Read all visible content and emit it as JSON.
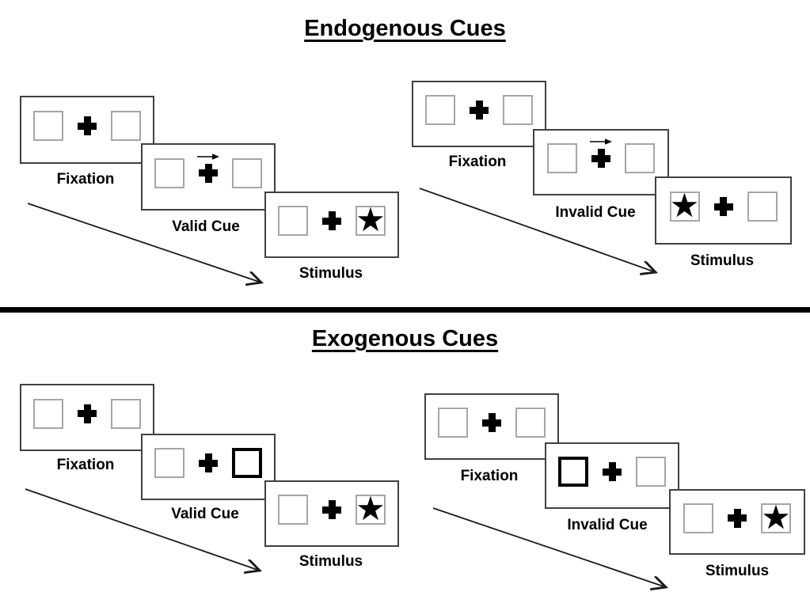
{
  "sections": [
    {
      "title": "Endogenous Cues",
      "sequences": [
        {
          "name": "valid",
          "cue_style": "central-arrow-pointing-right",
          "stimulus_star_side": "right",
          "panels": {
            "fixation_label": "Fixation",
            "cue_label": "Valid Cue",
            "stimulus_label": "Stimulus"
          }
        },
        {
          "name": "invalid",
          "cue_style": "central-arrow-pointing-right",
          "stimulus_star_side": "left",
          "panels": {
            "fixation_label": "Fixation",
            "cue_label": "Invalid Cue",
            "stimulus_label": "Stimulus"
          }
        }
      ]
    },
    {
      "title": "Exogenous Cues",
      "sequences": [
        {
          "name": "valid",
          "cue_style": "thick-outline-right-box",
          "stimulus_star_side": "right",
          "panels": {
            "fixation_label": "Fixation",
            "cue_label": "Valid Cue",
            "stimulus_label": "Stimulus"
          }
        },
        {
          "name": "invalid",
          "cue_style": "thick-outline-left-box",
          "stimulus_star_side": "right",
          "panels": {
            "fixation_label": "Fixation",
            "cue_label": "Invalid Cue",
            "stimulus_label": "Stimulus"
          }
        }
      ]
    }
  ],
  "glyphs": {
    "star": "★"
  },
  "colors": {
    "ink": "#000000",
    "panel_border": "#404040",
    "square_border": "#a6a6a6",
    "background": "#ffffff"
  }
}
